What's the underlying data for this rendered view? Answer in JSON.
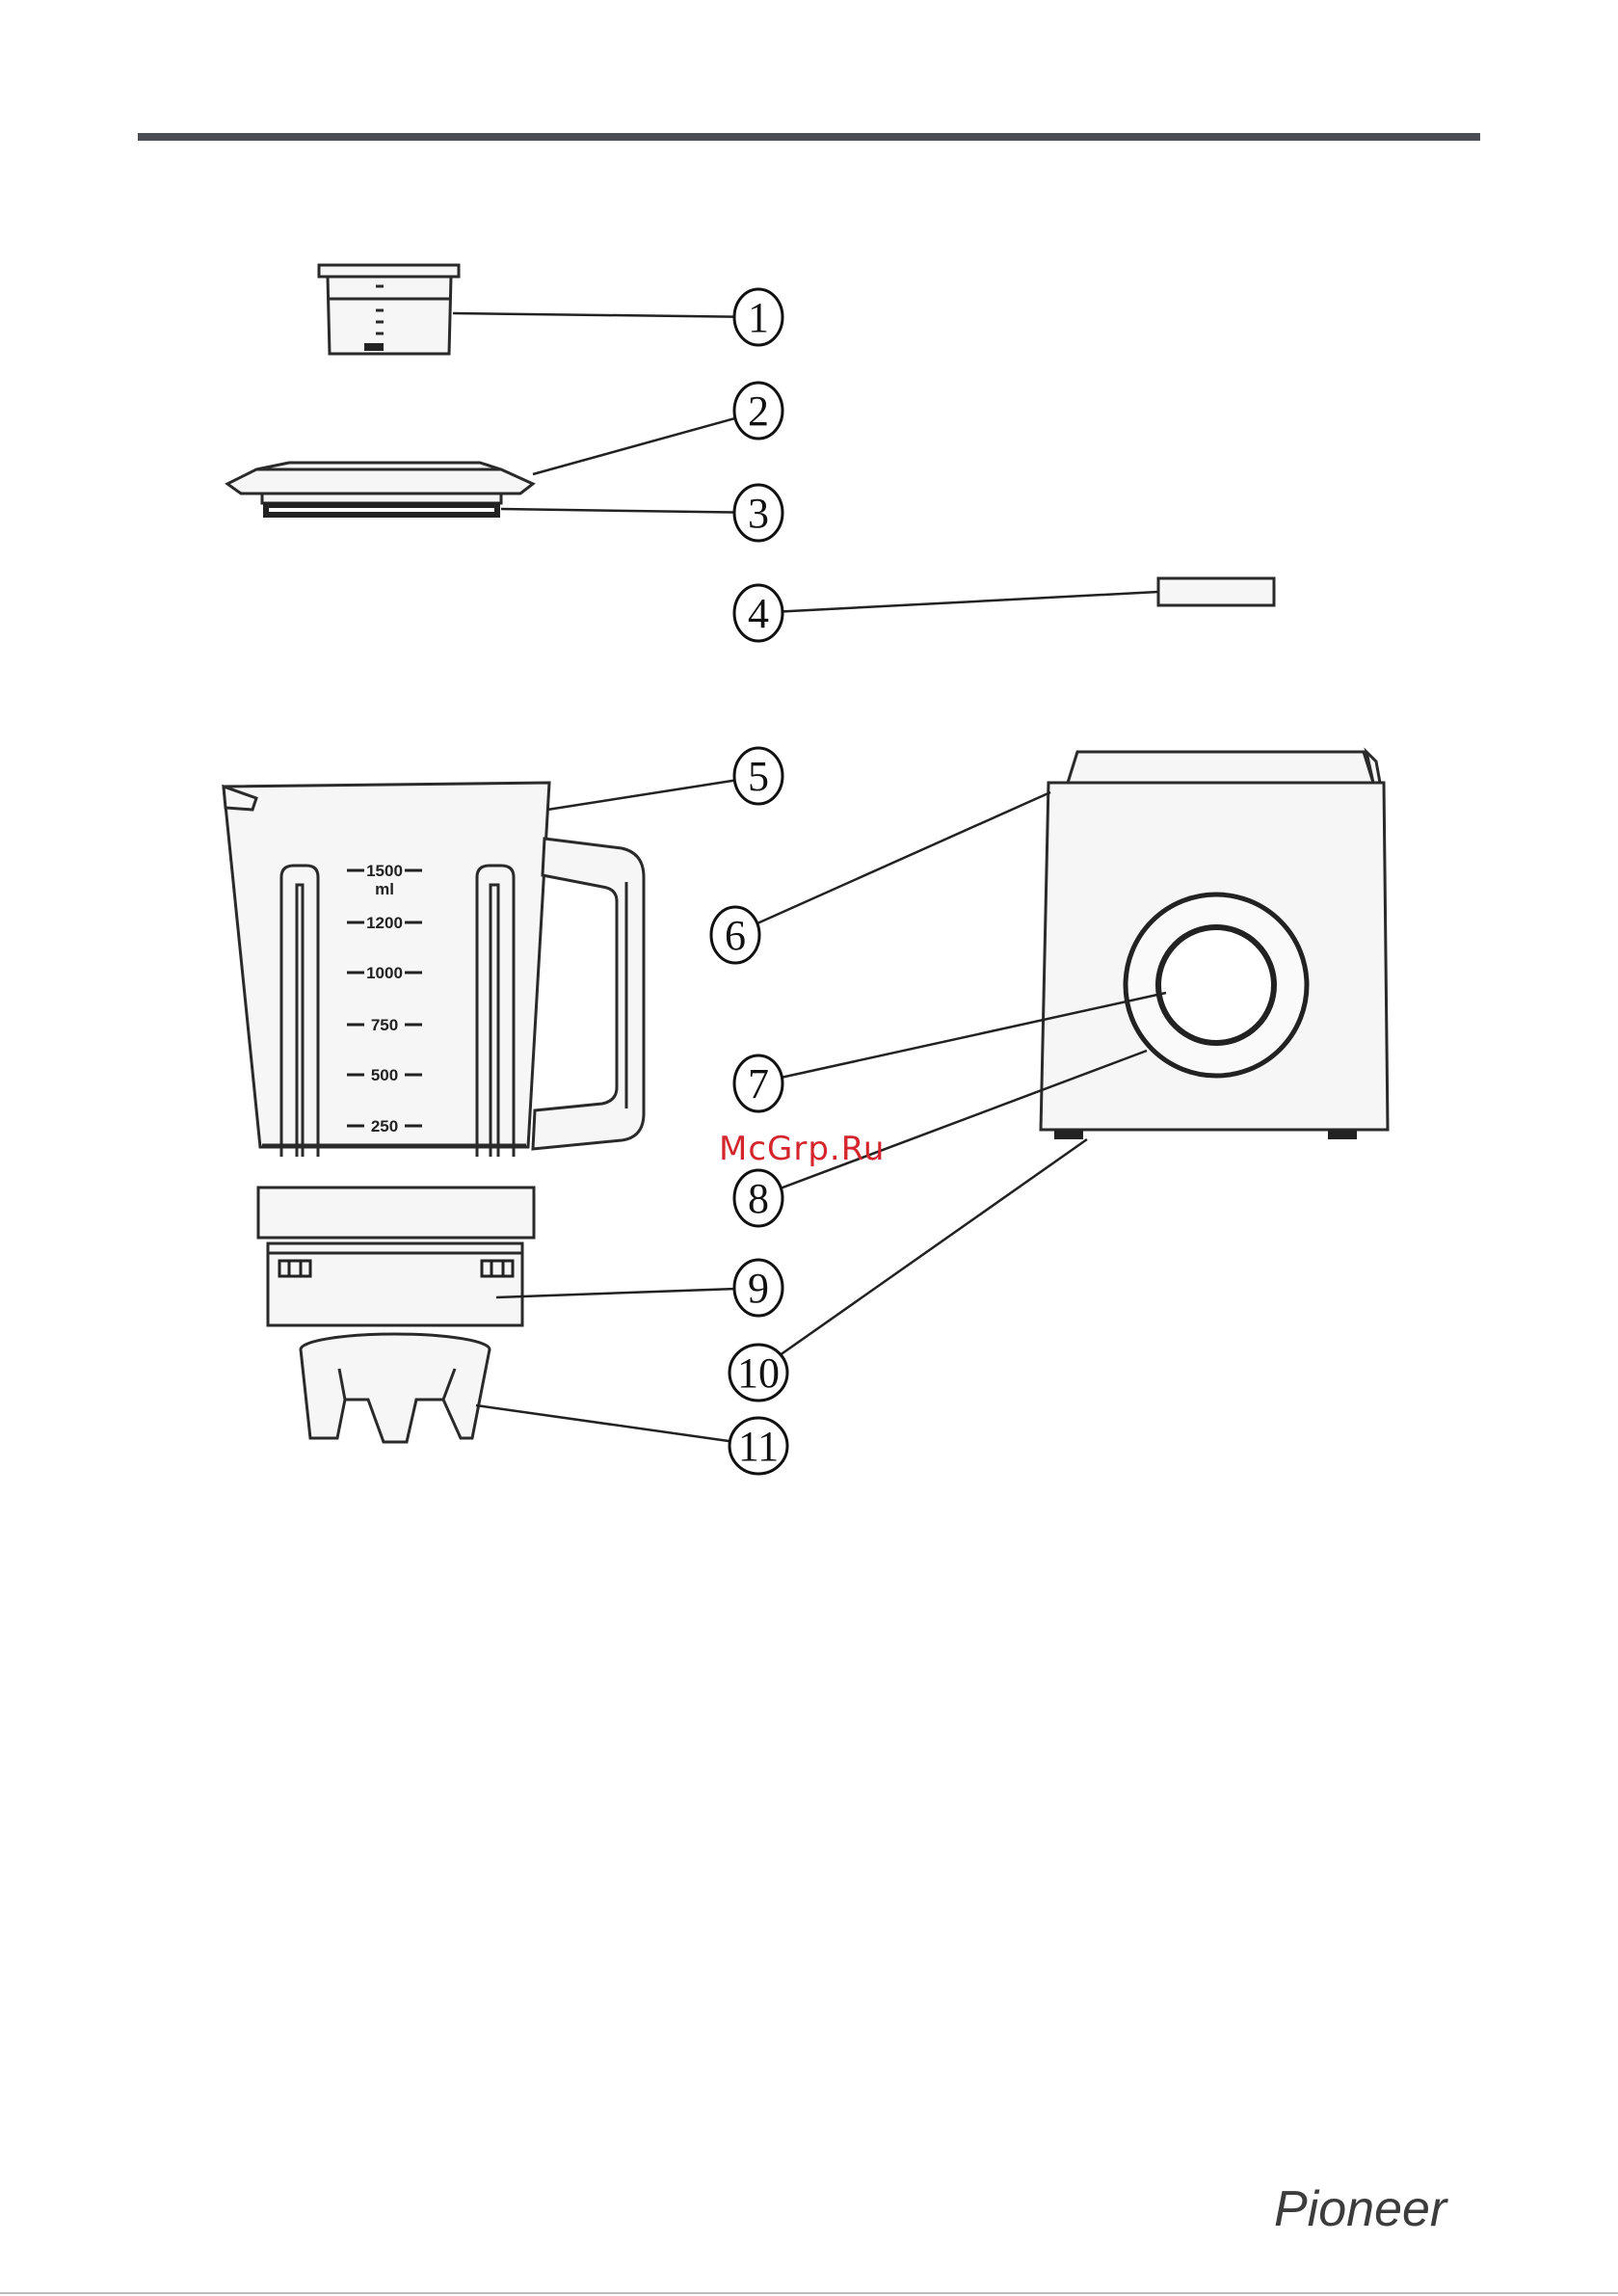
{
  "callouts": [
    {
      "id": "c1",
      "label": "1"
    },
    {
      "id": "c2",
      "label": "2"
    },
    {
      "id": "c3",
      "label": "3"
    },
    {
      "id": "c4",
      "label": "4"
    },
    {
      "id": "c5",
      "label": "5"
    },
    {
      "id": "c6",
      "label": "6"
    },
    {
      "id": "c7",
      "label": "7"
    },
    {
      "id": "c8",
      "label": "8"
    },
    {
      "id": "c9",
      "label": "9"
    },
    {
      "id": "c10",
      "label": "10"
    },
    {
      "id": "c11",
      "label": "11"
    }
  ],
  "jar_scale": {
    "unit": "ml",
    "marks": [
      "1500",
      "1200",
      "1000",
      "750",
      "500",
      "250"
    ]
  },
  "watermark": "McGrp.Ru",
  "brand": "Pioneer",
  "colors": {
    "rule": "#4a4d51",
    "watermark": "#d3252b",
    "brand": "#3c3c3c"
  }
}
